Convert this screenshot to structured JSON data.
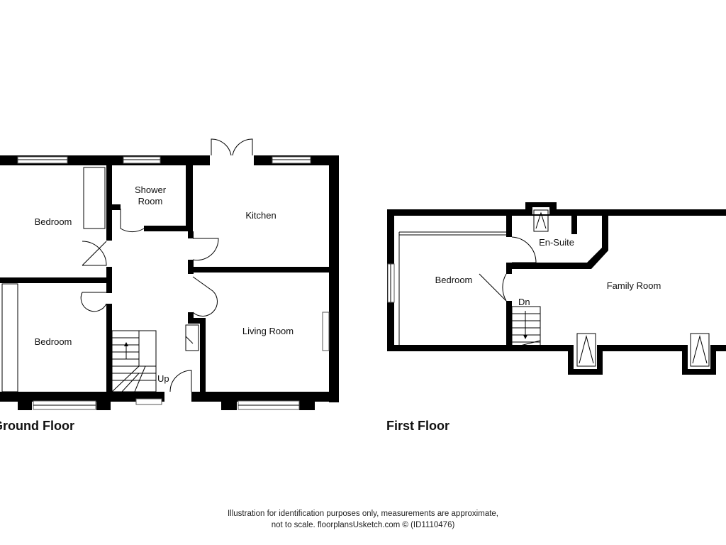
{
  "ground_floor": {
    "title": "Ground Floor",
    "rooms": {
      "bedroom_1": "Bedroom",
      "bedroom_2": "Bedroom",
      "shower_room_line1": "Shower",
      "shower_room_line2": "Room",
      "kitchen": "Kitchen",
      "living_room": "Living Room"
    },
    "stairs_label": "Up"
  },
  "first_floor": {
    "title": "First Floor",
    "rooms": {
      "bedroom": "Bedroom",
      "en_suite": "En-Suite",
      "family_room": "Family Room"
    },
    "stairs_label": "Dn"
  },
  "disclaimer": {
    "line1": "Illustration for identification purposes only, measurements are approximate,",
    "line2": "not to scale. floorplansUsketch.com © (ID1110476)"
  }
}
